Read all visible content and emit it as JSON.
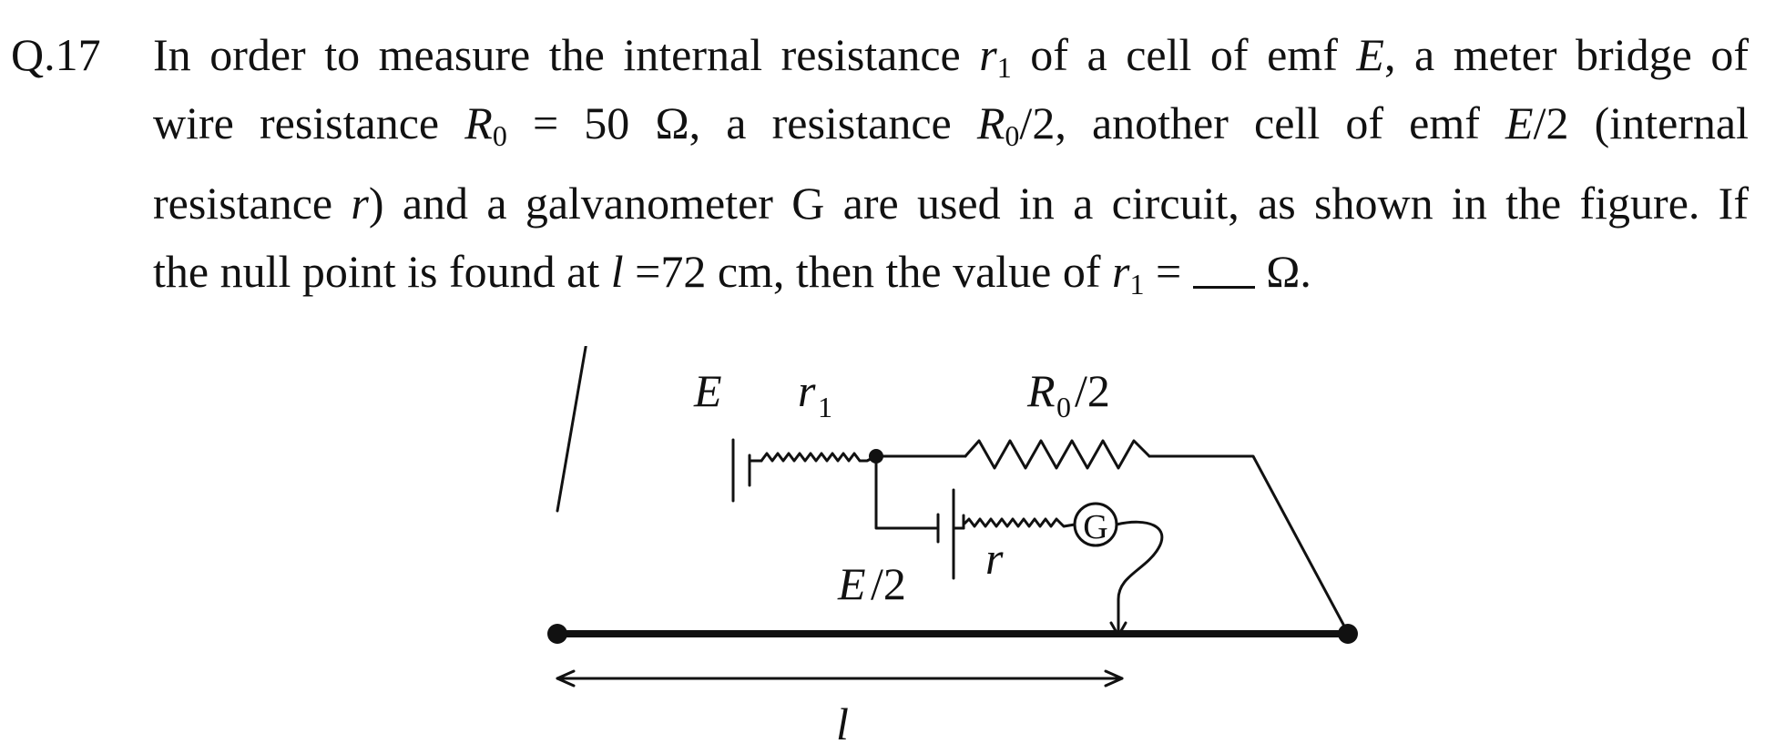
{
  "question": {
    "number": "Q.17",
    "line1": {
      "t1": "In order to measure the internal resistance ",
      "r": "r",
      "rsub": "1",
      "t2": " of a cell of emf ",
      "E": "E",
      "t3": ", a meter bridge of"
    },
    "line2": {
      "t1": "wire resistance ",
      "R": "R",
      "Rsub": "0",
      "t2": " = 50 Ω, a resistance ",
      "R2": "R",
      "R2sub": "0",
      "t3": "/2, another cell of emf ",
      "E": "E",
      "t4": "/2 (internal"
    },
    "line3": {
      "t1": "resistance ",
      "r": "r",
      "t2": ") and a galvanometer G are used in a circuit, as shown in the figure. If"
    },
    "line4": {
      "t1": "the null point is found at ",
      "l": "l",
      "t2": " =72 cm, then the value of ",
      "r": "r",
      "rsub": "1",
      "t3": " = ",
      "t4": " Ω."
    }
  },
  "figure": {
    "label_E": "E",
    "label_r1": "r",
    "label_r1_sub": "1",
    "label_R0": "R",
    "label_R0_sub": "0",
    "label_R0_rest": "/2",
    "label_E2": "E",
    "label_E2_rest": "/2",
    "label_r": "r",
    "label_G": "G",
    "label_l": "l"
  }
}
